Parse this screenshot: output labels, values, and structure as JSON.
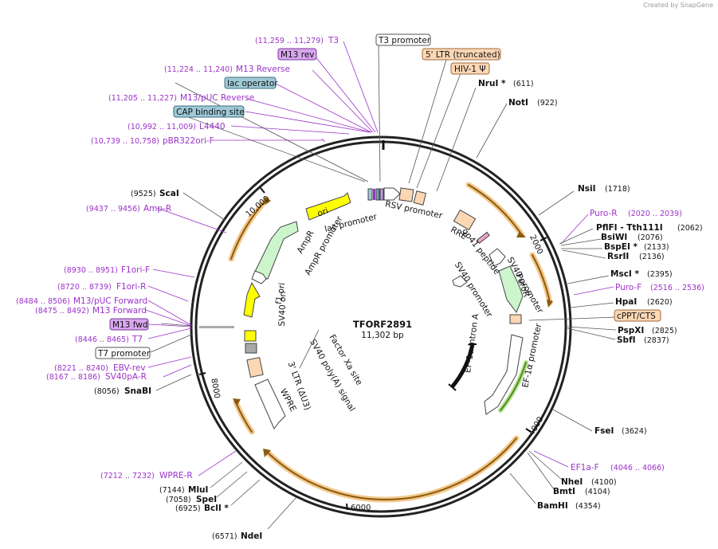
{
  "credit": "Created by SnapGene",
  "plasmid": {
    "name": "TFORF2891",
    "size_label": "11,302 bp"
  },
  "colors": {
    "primer": "#9b32c8",
    "ring": "#222222",
    "orf": "#f0a830",
    "promoter_box": "#ffffff",
    "lac_box": "#9ec9d6",
    "m13_box": "#d9a6ef",
    "ltr_box": "#fbd7b4"
  },
  "ticks": [
    {
      "label": "2000",
      "pos": 2000
    },
    {
      "label": "4000",
      "pos": 4000
    },
    {
      "label": "6000",
      "pos": 6000
    },
    {
      "label": "8000",
      "pos": 8000
    },
    {
      "label": "10,000",
      "pos": 10000
    }
  ],
  "labels": [
    {
      "id": "T3",
      "text": "T3",
      "range": "(11,259 .. 11,279)",
      "kind": "primer"
    },
    {
      "id": "M13rev",
      "text": "M13 rev",
      "kind": "boxM13"
    },
    {
      "id": "M13Reverse",
      "text": "M13 Reverse",
      "range": "(11,224 .. 11,240)",
      "kind": "primer"
    },
    {
      "id": "lacop",
      "text": "lac operator",
      "kind": "boxLac"
    },
    {
      "id": "M13pUCRev",
      "text": "M13/pUC Reverse",
      "range": "(11,205 .. 11,227)",
      "kind": "primer"
    },
    {
      "id": "CAP",
      "text": "CAP binding site",
      "kind": "boxLac"
    },
    {
      "id": "L4440",
      "text": "L4440",
      "range": "(10,992 .. 11,009)",
      "kind": "primer"
    },
    {
      "id": "pBR322",
      "text": "pBR322ori-F",
      "range": "(10,739 .. 10,758)",
      "kind": "primer"
    },
    {
      "id": "T3prom",
      "text": "T3 promoter",
      "kind": "boxWhite"
    },
    {
      "id": "LTR5",
      "text": "5' LTR (truncated)",
      "kind": "boxLtr"
    },
    {
      "id": "HIV1",
      "text": "HIV-1 Ψ",
      "kind": "boxLtr"
    },
    {
      "id": "NruI",
      "text": "NruI *",
      "range": "(611)",
      "kind": "site"
    },
    {
      "id": "NotI",
      "text": "NotI",
      "range": "(922)",
      "kind": "site"
    },
    {
      "id": "NsiI",
      "text": "NsiI",
      "range": "(1718)",
      "kind": "site"
    },
    {
      "id": "PuroR",
      "text": "Puro-R",
      "range": "(2020 .. 2039)",
      "kind": "primer"
    },
    {
      "id": "PflFI",
      "text": "PflFI - Tth111I",
      "range": "(2062)",
      "kind": "site"
    },
    {
      "id": "BsiWI",
      "text": "BsiWI",
      "range": "(2076)",
      "kind": "site"
    },
    {
      "id": "BspEI",
      "text": "BspEI *",
      "range": "(2133)",
      "kind": "site"
    },
    {
      "id": "RsrII",
      "text": "RsrII",
      "range": "(2136)",
      "kind": "site"
    },
    {
      "id": "MscI",
      "text": "MscI *",
      "range": "(2395)",
      "kind": "site"
    },
    {
      "id": "PuroF",
      "text": "Puro-F",
      "range": "(2516 .. 2536)",
      "kind": "primer"
    },
    {
      "id": "HpaI",
      "text": "HpaI",
      "range": "(2620)",
      "kind": "site"
    },
    {
      "id": "cPPT",
      "text": "cPPT/CTS",
      "kind": "boxLtr"
    },
    {
      "id": "PspXI",
      "text": "PspXI",
      "range": "(2825)",
      "kind": "site"
    },
    {
      "id": "SbfI",
      "text": "SbfI",
      "range": "(2837)",
      "kind": "site"
    },
    {
      "id": "FseI",
      "text": "FseI",
      "range": "(3624)",
      "kind": "site"
    },
    {
      "id": "EF1aF",
      "text": "EF1a-F",
      "range": "(4046 .. 4066)",
      "kind": "primer"
    },
    {
      "id": "NheI",
      "text": "NheI",
      "range": "(4100)",
      "kind": "site"
    },
    {
      "id": "BmtI",
      "text": "BmtI",
      "range": "(4104)",
      "kind": "site"
    },
    {
      "id": "BamHI",
      "text": "BamHI",
      "range": "(4354)",
      "kind": "site"
    },
    {
      "id": "NdeI",
      "text": "NdeI",
      "range": "(6571)",
      "kind": "site"
    },
    {
      "id": "BclI",
      "text": "BclI *",
      "range": "(6925)",
      "kind": "site"
    },
    {
      "id": "SpeI",
      "text": "SpeI",
      "range": "(7058)",
      "kind": "site"
    },
    {
      "id": "MluI",
      "text": "MluI",
      "range": "(7144)",
      "kind": "site"
    },
    {
      "id": "WPRER",
      "text": "WPRE-R",
      "range": "(7212 .. 7232)",
      "kind": "primer"
    },
    {
      "id": "SnaBI",
      "text": "SnaBI",
      "range": "(8056)",
      "kind": "site"
    },
    {
      "id": "SV40pAR",
      "text": "SV40pA-R",
      "range": "(8167 .. 8186)",
      "kind": "primer"
    },
    {
      "id": "EBVrev",
      "text": "EBV-rev",
      "range": "(8221 .. 8240)",
      "kind": "primer"
    },
    {
      "id": "T7prom",
      "text": "T7 promoter",
      "kind": "boxWhite"
    },
    {
      "id": "T7",
      "text": "T7",
      "range": "(8446 .. 8465)",
      "kind": "primer"
    },
    {
      "id": "M13fwd",
      "text": "M13 fwd",
      "kind": "boxM13"
    },
    {
      "id": "M13Forward",
      "text": "M13 Forward",
      "range": "(8475 .. 8492)",
      "kind": "primer"
    },
    {
      "id": "M13pUCFwd",
      "text": "M13/pUC Forward",
      "range": "(8484 .. 8506)",
      "kind": "primer"
    },
    {
      "id": "F1oriR",
      "text": "F1ori-R",
      "range": "(8720 .. 8739)",
      "kind": "primer"
    },
    {
      "id": "F1oriF",
      "text": "F1ori-F",
      "range": "(8930 .. 8951)",
      "kind": "primer"
    },
    {
      "id": "AmpR",
      "text": "Amp-R",
      "range": "(9437 .. 9456)",
      "kind": "primer"
    },
    {
      "id": "ScaI",
      "text": "ScaI",
      "range": "(9525)",
      "kind": "site"
    }
  ],
  "inner_labels": {
    "ori": "ori",
    "lac_promoter": "lac promoter",
    "rsv_promoter": "RSV promoter",
    "rre": "RRE",
    "gp41": "gp41 peptide",
    "sv40_promoter_a": "SV40 promoter",
    "sv40_promoter_b": "SV40 promoter",
    "puror": "PuroR",
    "ef1a_promoter": "EF-1α promoter",
    "ef1a_intron": "EF-1α intron A",
    "ampr": "AmpR",
    "ampr_promoter": "AmpR promoter",
    "f1ori": "f1 ori",
    "sv40ori": "SV40 ori",
    "factor_xa": "Factor Xa site",
    "sv40polya": "SV40 poly(A) signal",
    "ltr3": "3' LTR (ΔU3)",
    "wpre": "WPRE"
  }
}
